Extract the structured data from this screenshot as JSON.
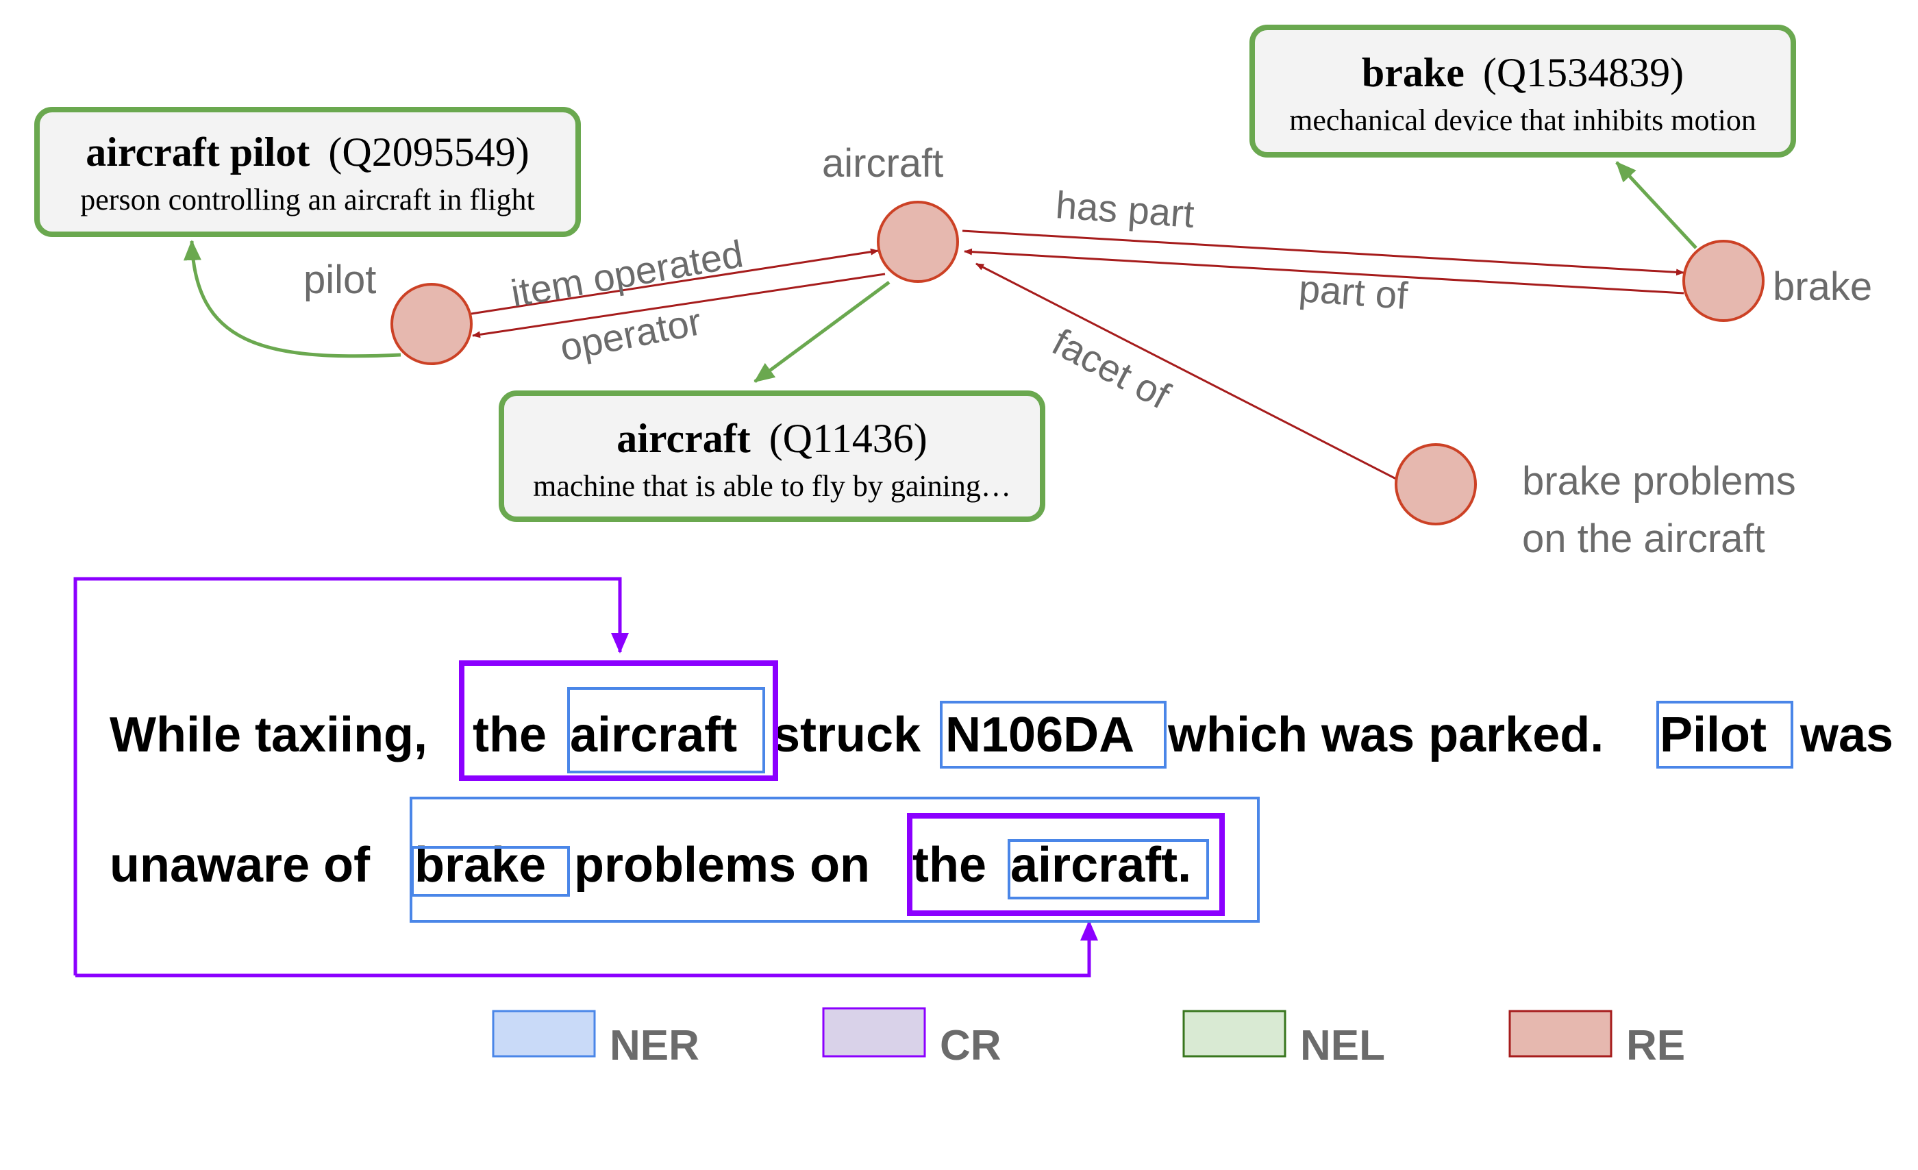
{
  "colors": {
    "ner": "#4a86e8",
    "cr": "#8b00ff",
    "nel": "#6aa84f",
    "re_edge": "#a61c1c",
    "re_node": "#e6b8af",
    "re_node_stroke": "#cc4125",
    "kb_fill": "#f3f3f3",
    "label": "#6b6b6b"
  },
  "graph": {
    "nodes": {
      "pilot": "pilot",
      "aircraft": "aircraft",
      "brake": "brake",
      "brake_problems_line1": "brake problems",
      "brake_problems_line2": "on the aircraft"
    },
    "edges": {
      "item_operated": "item operated",
      "operator": "operator",
      "has_part": "has part",
      "part_of": "part of",
      "facet_of": "facet of"
    }
  },
  "kb": {
    "pilot": {
      "name": "aircraft pilot",
      "qid": "(Q2095549)",
      "desc": "person controlling an aircraft in flight"
    },
    "aircraft": {
      "name": "aircraft",
      "qid": "(Q11436)",
      "desc": "machine that is able to fly by gaining…"
    },
    "brake": {
      "name": "brake",
      "qid": "(Q1534839)",
      "desc": "mechanical device that inhibits motion"
    }
  },
  "sentence": {
    "l1_a": "While taxiing,",
    "l1_the": "the",
    "l1_aircraft": "aircraft",
    "l1_struck": "struck",
    "l1_n106da": "N106DA",
    "l1_which": "which was parked.",
    "l1_pilot": "Pilot",
    "l1_was": "was",
    "l2_unaware": "unaware of",
    "l2_brake": "brake",
    "l2_problems": "problems on",
    "l2_the": "the",
    "l2_aircraft": "aircraft."
  },
  "legend": {
    "ner": "NER",
    "cr": "CR",
    "nel": "NEL",
    "re": "RE"
  }
}
